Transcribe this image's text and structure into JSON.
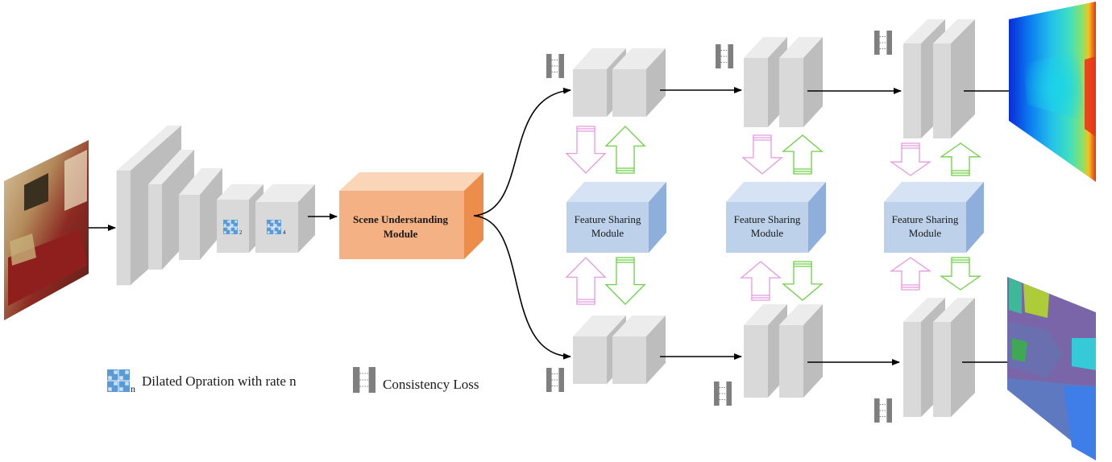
{
  "modules": {
    "scene": {
      "line1": "Scene Understanding",
      "line2": "Module"
    },
    "fsm_line1": "Feature Sharing",
    "fsm_line2": "Module"
  },
  "dilation": {
    "rate_a": "2",
    "rate_b": "4"
  },
  "legend": {
    "dilated_sub": "n",
    "dilated_text": "Dilated Opration with rate n",
    "consistency_text": "Consistency Loss"
  },
  "colors": {
    "block_front": "#d9d9d9",
    "block_top": "#ececec",
    "block_side": "#bdbdbd",
    "scene_front": "#f4b183",
    "scene_top": "#fad5b8",
    "scene_side": "#ed8d4b",
    "fsm_front": "#bdd1ea",
    "fsm_top": "#d6e3f4",
    "fsm_side": "#8eaedc",
    "arrow_pink": "#e49be0",
    "arrow_green": "#6fcf46",
    "dilation_blue": "#5b9bd5",
    "loss_grey": "#7f7f7f"
  }
}
